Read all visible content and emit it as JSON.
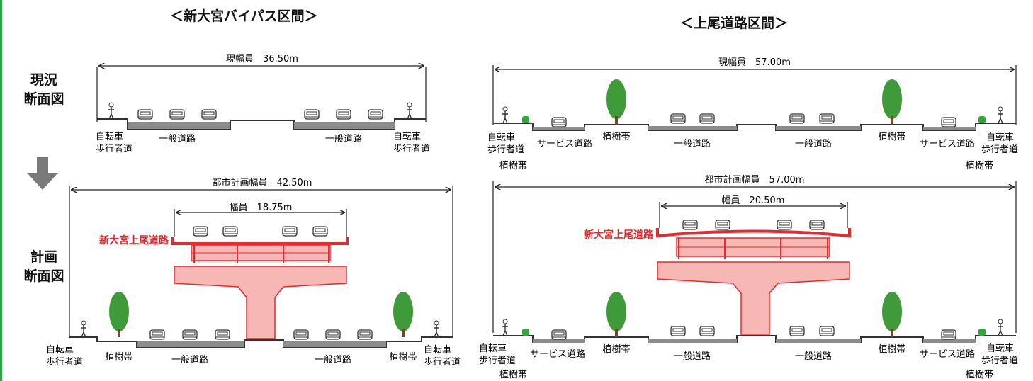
{
  "left_title": "＜新大宮バイパス区間＞",
  "right_title": "＜上尾道路区間＞",
  "row_labels": {
    "current_line1": "現況",
    "current_line2": "断面図",
    "plan_line1": "計画",
    "plan_line2": "断面図"
  },
  "left_current": {
    "width_label": "現幅員　36.50m",
    "sidewalk_line1": "自転車",
    "sidewalk_line2": "歩行者道",
    "road": "一般道路"
  },
  "left_plan": {
    "width_label": "都市計画幅員　42.50m",
    "elevated_width": "幅員　18.75m",
    "elevated_name": "新大宮上尾道路",
    "sidewalk_line1": "自転車",
    "sidewalk_line2": "歩行者道",
    "planting": "植樹帯",
    "road": "一般道路"
  },
  "right_current": {
    "width_label": "現幅員　57.00m",
    "sidewalk_line1": "自転車",
    "sidewalk_line2": "歩行者道",
    "sidewalk_planting": "植樹帯",
    "service_road": "サービス道路",
    "planting": "植樹帯",
    "road": "一般道路"
  },
  "right_plan": {
    "width_label": "都市計画幅員　57.00m",
    "elevated_width": "幅員　20.50m",
    "elevated_name": "新大宮上尾道路",
    "sidewalk_line1": "自転車",
    "sidewalk_line2": "歩行者道",
    "sidewalk_planting": "植樹帯",
    "service_road": "サービス道路",
    "planting": "植樹帯",
    "road": "一般道路"
  },
  "colors": {
    "accent_green": "#2aa34a",
    "elevated_red": "#e8282e",
    "elevated_fill": "#f6b7b5",
    "road_gray": "#8c8c8c",
    "tree_green": "#3f9a3a",
    "arrow_gray": "#7a7a7a"
  }
}
